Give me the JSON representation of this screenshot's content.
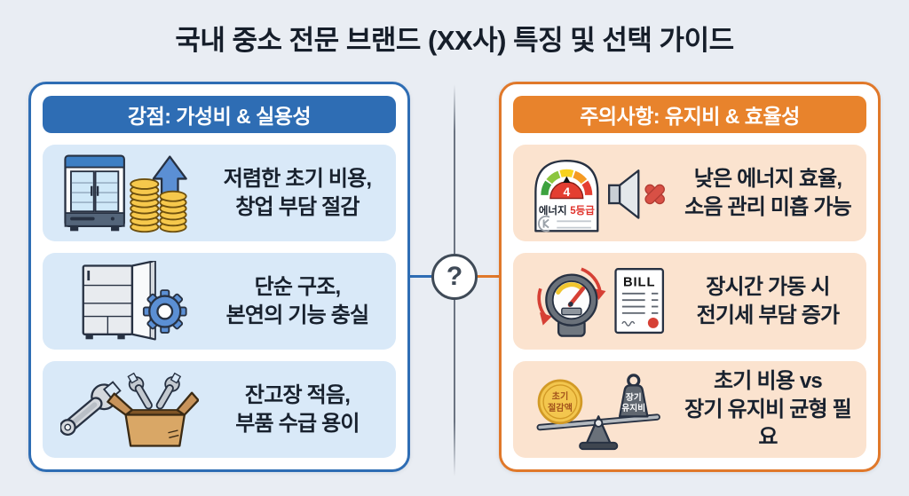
{
  "title": "국내 중소 전문 브랜드 (XX사) 특징 및 선택 가이드",
  "center": {
    "question_mark": "?"
  },
  "colors": {
    "background": "#e9edf3",
    "blue_accent": "#2e6db4",
    "blue_row_bg": "#d9e9f8",
    "orange_accent": "#e0782a",
    "orange_header_bg": "#e8832c",
    "orange_row_bg": "#fbe3cf",
    "text_dark": "#18212e",
    "status_red": "#d64035",
    "coin_gold": "#f3c64e"
  },
  "left_panel": {
    "header": "강점: 가성비 & 실용성",
    "rows": [
      {
        "icons": [
          "showcase-fridge-icon",
          "coin-stacks-icon",
          "up-arrow-icon"
        ],
        "line1": "저렴한 초기 비용,",
        "line2": "창업 부담 절감"
      },
      {
        "icons": [
          "open-fridge-icon",
          "gear-icon"
        ],
        "line1": "단순 구조,",
        "line2": "본연의 기능 충실"
      },
      {
        "icons": [
          "wrench-icon",
          "parts-box-icon"
        ],
        "line1": "잔고장 적음,",
        "line2": "부품 수급 용이"
      }
    ]
  },
  "right_panel": {
    "header": "주의사항: 유지비 & 효율성",
    "rows": [
      {
        "icons": [
          "energy-grade-label-icon",
          "muted-speaker-icon",
          "x-mark-icon"
        ],
        "line1": "낮은 에너지 효율,",
        "line2": "소음 관리 미흡 가능"
      },
      {
        "icons": [
          "electric-meter-icon",
          "bill-icon"
        ],
        "line1": "장시간 가동 시",
        "line2": "전기세 부담 증가"
      },
      {
        "icons": [
          "balance-scale-icon",
          "coin-icon",
          "weight-icon"
        ],
        "line1": "초기 비용 vs",
        "line2": "장기 유지비 균형 필요"
      }
    ]
  },
  "energy_label": {
    "grade_number": "4",
    "label_prefix": "에너지",
    "label_grade": "5등급"
  },
  "bill_doc": {
    "label": "BILL"
  },
  "seesaw": {
    "coin_line1": "초기",
    "coin_line2": "절감액",
    "weight_line1": "장기",
    "weight_line2": "유지비"
  }
}
